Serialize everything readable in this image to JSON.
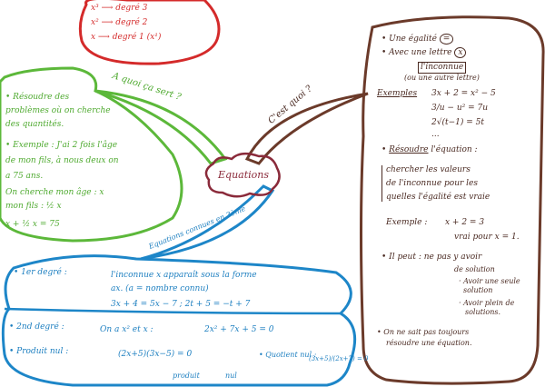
{
  "colors": {
    "red": "#d42a2a",
    "green": "#4faa30",
    "blue": "#1d7fc0",
    "brown": "#6b3a2a",
    "center": "#8a2a3a"
  },
  "center": {
    "title": "Equations"
  },
  "red_bubble": {
    "lines": [
      "x³ ⟶ degré 3",
      "x² ⟶ degré 2",
      "x ⟶ degré 1 (x¹)"
    ]
  },
  "green": {
    "branch_label": "A quoi ça sert ?",
    "lines": [
      "• Résoudre des",
      "problèmes où on cherche",
      "des quantités.",
      "• Exemple : J'ai 2 fois l'âge",
      "de mon fils, à nous deux on",
      "a 75 ans.",
      "On cherche mon âge : x",
      "mon fils : ½ x",
      "x + ½ x = 75"
    ]
  },
  "brown": {
    "branch_label": "C'est quoi ?",
    "egalite": "• Une égalité",
    "eq_sym": "=",
    "lettre": "• Avec une lettre",
    "x_sym": "x",
    "inconnue": "l'inconnue",
    "autre": "(ou une autre lettre)",
    "exemples_label": "Exemples",
    "examples": [
      "3x + 2 = x² − 5",
      "3/u − u² = 7u",
      "2√(t−1) = 5t",
      "..."
    ],
    "resoudre": "Résoudre",
    "resoudre_rest": "l'équation :",
    "def": [
      "chercher les valeurs",
      "de l'inconnue pour les",
      "quelles l'égalité est vraie"
    ],
    "exemple": "Exemple :",
    "ex_eq": "x + 2 = 3",
    "ex_sol": "vrai pour x = 1.",
    "peut": [
      "• Il peut : ne pas y avoir",
      "de solution",
      "· Avoir une seule",
      "solution",
      "· Avoir plein de",
      "solutions."
    ],
    "sait": [
      "• On ne sait pas toujours",
      "résoudre une équation."
    ]
  },
  "blue": {
    "branch_label": "Equations connues en 3ème",
    "first_label": "• 1er degré :",
    "first_text": [
      "l'inconnue x apparaît sous la forme",
      "ax.    (a = nombre connu)"
    ],
    "first_ex": "3x + 4 = 5x − 7   ;   2t + 5 = −t + 7",
    "second_label": "• 2nd degré :",
    "second_text": "On a x² et x :",
    "second_ex": "2x² + 7x + 5 = 0",
    "produit_label": "• Produit nul :",
    "produit_ex": "(2x+5)(3x−5) = 0",
    "produit_under": "produit",
    "nul_under": "nul",
    "quotient_label": "• Quotient nul :",
    "quotient_ex": "(3x+5)/(2x+7) = 0"
  }
}
